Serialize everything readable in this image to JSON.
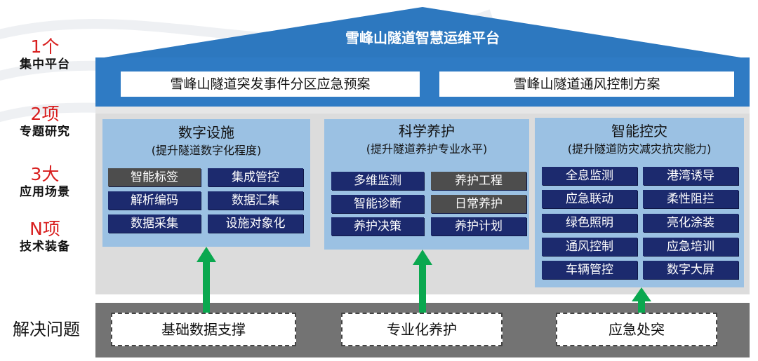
{
  "left_labels": [
    {
      "big": "1个",
      "small": "集中平台"
    },
    {
      "big": "2项",
      "small": "专题研究"
    },
    {
      "big": "3大",
      "small": "应用场景"
    },
    {
      "big": "N项",
      "small": "技术装备"
    }
  ],
  "roof": {
    "title": "雪峰山隧道智慧运维平台"
  },
  "plans": [
    "雪峰山隧道突发事件分区应急预案",
    "雪峰山隧道通风控制方案"
  ],
  "panels": [
    {
      "title": "数字设施",
      "subtitle": "(提升隧道数字化程度)",
      "tags": [
        "智能标签",
        "集成管控",
        "解析编码",
        "数据汇集",
        "数据采集",
        "设施对象化"
      ]
    },
    {
      "title": "科学养护",
      "subtitle": "(提升隧道养护专业水平)",
      "tags": [
        "多维监测",
        "养护工程",
        "智能诊断",
        "日常养护",
        "养护决策",
        "养护计划"
      ]
    },
    {
      "title": "智能控灾",
      "subtitle": "(提升隧道防灾减灾抗灾能力)",
      "tags": [
        "全息监测",
        "港湾诱导",
        "应急联动",
        "柔性阻拦",
        "绿色照明",
        "亮化涂装",
        "通风控制",
        "应急培训",
        "车辆管控",
        "数字大屏"
      ]
    }
  ],
  "solve_label": "解决问题",
  "problems": [
    "基础数据支撑",
    "专业化养护",
    "应急处突"
  ],
  "colors": {
    "roof": "#2f7bc4",
    "panel": "#9bc1e3",
    "tag": "#1c2a6e",
    "tag_gray": "#4d4d4d",
    "arrow": "#0aa84f",
    "accent_red": "#d81e1e"
  }
}
